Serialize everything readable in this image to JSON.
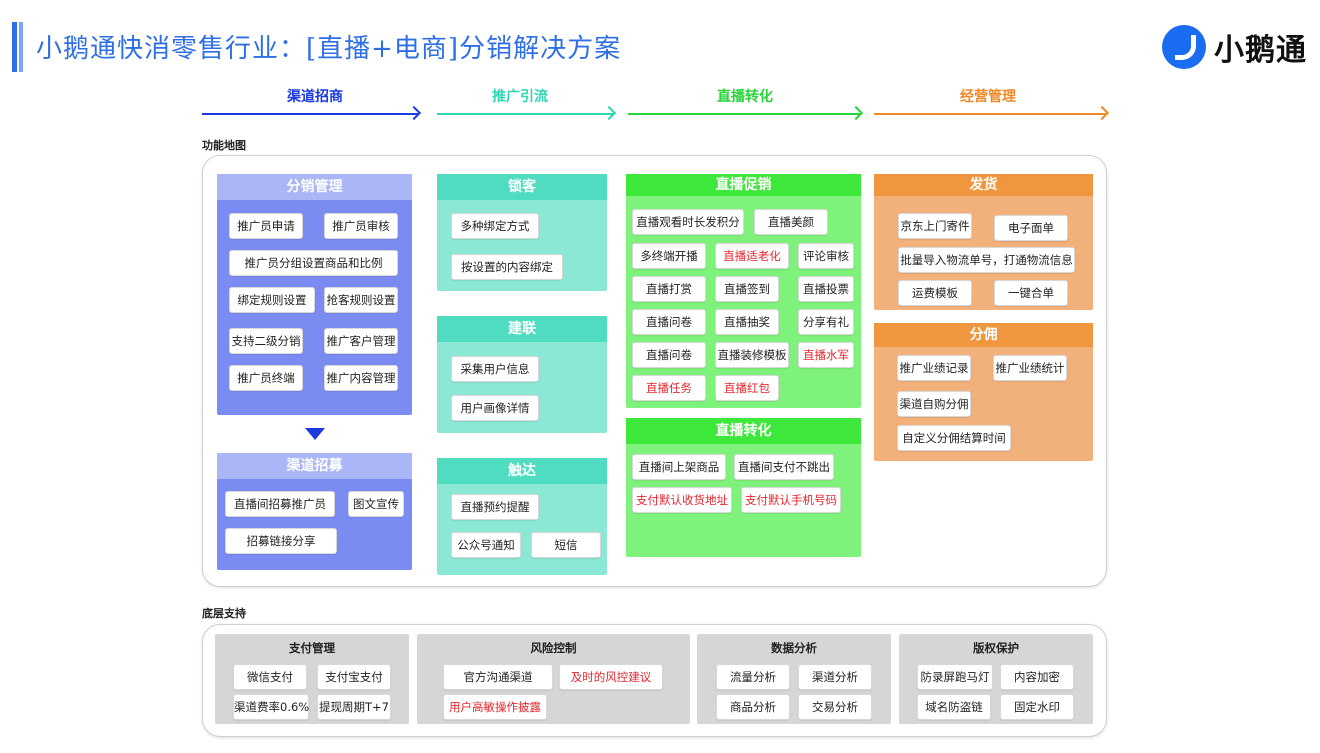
{
  "header": {
    "title": "小鹅通快消零售行业：[直播+电商]分销解决方案",
    "logo_text": "小鹅通",
    "logo_icon": "xiaoetong-logo-icon"
  },
  "stages": [
    {
      "label": "渠道招商",
      "color": "#1b3be0"
    },
    {
      "label": "推广引流",
      "color": "#2fd6b4"
    },
    {
      "label": "直播转化",
      "color": "#27d43a"
    },
    {
      "label": "经营管理",
      "color": "#ef8a2a"
    }
  ],
  "sections": {
    "feature_map": "功能地图",
    "base_support": "底层支持"
  },
  "panels": {
    "distribution_mgmt": {
      "title": "分销管理",
      "items": [
        "推广员申请",
        "推广员审核",
        "推广员分组设置商品和比例",
        "绑定规则设置",
        "抢客规则设置",
        "支持二级分销",
        "推广客户管理",
        "推广员终端",
        "推广内容管理"
      ]
    },
    "channel_recruit": {
      "title": "渠道招募",
      "items": [
        "直播间招募推广员",
        "图文宣传",
        "招募链接分享"
      ]
    },
    "lock_customer": {
      "title": "锁客",
      "items": [
        "多种绑定方式",
        "按设置的内容绑定"
      ]
    },
    "build_link": {
      "title": "建联",
      "items": [
        "采集用户信息",
        "用户画像详情"
      ]
    },
    "reach": {
      "title": "触达",
      "items": [
        "直播预约提醒",
        "公众号通知",
        "短信"
      ]
    },
    "live_promo": {
      "title": "直播促销",
      "items": [
        {
          "text": "直播观看时长发积分",
          "red": false
        },
        {
          "text": "直播美颜",
          "red": false
        },
        {
          "text": "多终端开播",
          "red": false
        },
        {
          "text": "直播适老化",
          "red": true
        },
        {
          "text": "评论审核",
          "red": false
        },
        {
          "text": "直播打赏",
          "red": false
        },
        {
          "text": "直播签到",
          "red": false
        },
        {
          "text": "直播投票",
          "red": false
        },
        {
          "text": "直播问卷",
          "red": false
        },
        {
          "text": "直播抽奖",
          "red": false
        },
        {
          "text": "分享有礼",
          "red": false
        },
        {
          "text": "直播问卷",
          "red": false
        },
        {
          "text": "直播装修模板",
          "red": false
        },
        {
          "text": "直播水军",
          "red": true
        },
        {
          "text": "直播任务",
          "red": true
        },
        {
          "text": "直播红包",
          "red": true
        }
      ]
    },
    "live_convert": {
      "title": "直播转化",
      "items": [
        {
          "text": "直播间上架商品",
          "red": false
        },
        {
          "text": "直播间支付不跳出",
          "red": false
        },
        {
          "text": "支付默认收货地址",
          "red": true
        },
        {
          "text": "支付默认手机号码",
          "red": true
        }
      ]
    },
    "shipping": {
      "title": "发货",
      "items": [
        "京东上门寄件",
        "电子面单",
        "批量导入物流单号，打通物流信息",
        "运费模板",
        "一键合单"
      ]
    },
    "commission": {
      "title": "分佣",
      "items": [
        "推广业绩记录",
        "推广业绩统计",
        "渠道自购分佣",
        "自定义分佣结算时间"
      ]
    }
  },
  "support": [
    {
      "title": "支付管理",
      "items": [
        {
          "text": "微信支付",
          "red": false
        },
        {
          "text": "支付宝支付",
          "red": false
        },
        {
          "text": "渠道费率0.6%",
          "red": false
        },
        {
          "text": "提现周期T+7",
          "red": false
        }
      ]
    },
    {
      "title": "风险控制",
      "items": [
        {
          "text": "官方沟通渠道",
          "red": false
        },
        {
          "text": "及时的风控建议",
          "red": true
        },
        {
          "text": "用户高敏操作披露",
          "red": true
        }
      ]
    },
    {
      "title": "数据分析",
      "items": [
        {
          "text": "流量分析",
          "red": false
        },
        {
          "text": "渠道分析",
          "red": false
        },
        {
          "text": "商品分析",
          "red": false
        },
        {
          "text": "交易分析",
          "red": false
        }
      ]
    },
    {
      "title": "版权保护",
      "items": [
        {
          "text": "防录屏跑马灯",
          "red": false
        },
        {
          "text": "内容加密",
          "red": false
        },
        {
          "text": "域名防盗链",
          "red": false
        },
        {
          "text": "固定水印",
          "red": false
        }
      ]
    }
  ]
}
